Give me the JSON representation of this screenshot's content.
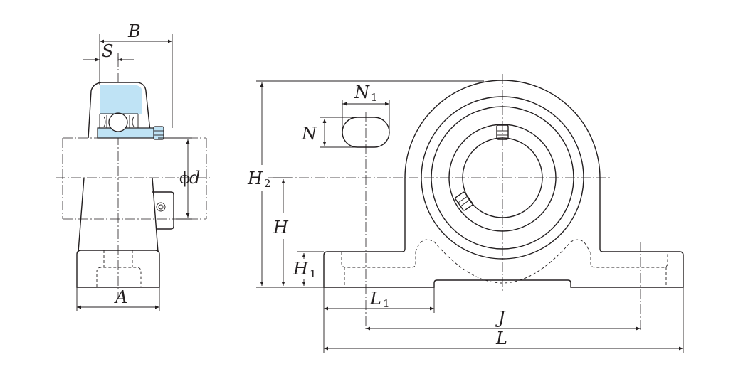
{
  "colors": {
    "line": "#231f20",
    "bearing_fill": "#bfe3f5",
    "background": "#ffffff"
  },
  "labels": {
    "B": "B",
    "S": "S",
    "phi": "ϕ",
    "d": "d",
    "A": "A",
    "N1": {
      "letter": "N",
      "sub": "1"
    },
    "N": "N",
    "H2": {
      "letter": "H",
      "sub": "2"
    },
    "H": "H",
    "H1": {
      "letter": "H",
      "sub": "1"
    },
    "L1": {
      "letter": "L",
      "sub": "1"
    },
    "J": "J",
    "L": "L"
  }
}
